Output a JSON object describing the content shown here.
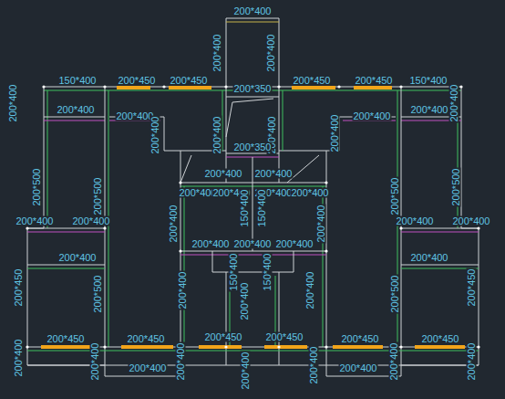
{
  "diagram": {
    "labels": [
      "200*400",
      "200*400",
      "200*400",
      "150*400",
      "200*450",
      "200*450",
      "200*450",
      "200*450",
      "150*400",
      "200*350",
      "200*400",
      "200*400",
      "200*400",
      "200*400",
      "200*400",
      "200*400",
      "200*400",
      "200*400",
      "200*400",
      "200*400",
      "200*350",
      "200*400",
      "200*400",
      "200*400",
      "200*400",
      "200*400",
      "200*400",
      "150*400",
      "150*400",
      "200*500",
      "200*500",
      "200*500",
      "200*500",
      "200*400",
      "200*400",
      "200*400",
      "200*400",
      "200*400",
      "200*400",
      "200*400",
      "200*400",
      "200*400",
      "200*400",
      "200*400",
      "200*500",
      "200*500",
      "150*400",
      "150*400",
      "200*450",
      "200*450",
      "200*400",
      "200*400",
      "200*400",
      "200*450",
      "200*450",
      "200*450",
      "200*450",
      "200*450",
      "200*450",
      "200*400",
      "200*400",
      "200*400",
      "200*400",
      "200*400",
      "200*400",
      "200*400",
      "200*400",
      "200*400"
    ]
  }
}
